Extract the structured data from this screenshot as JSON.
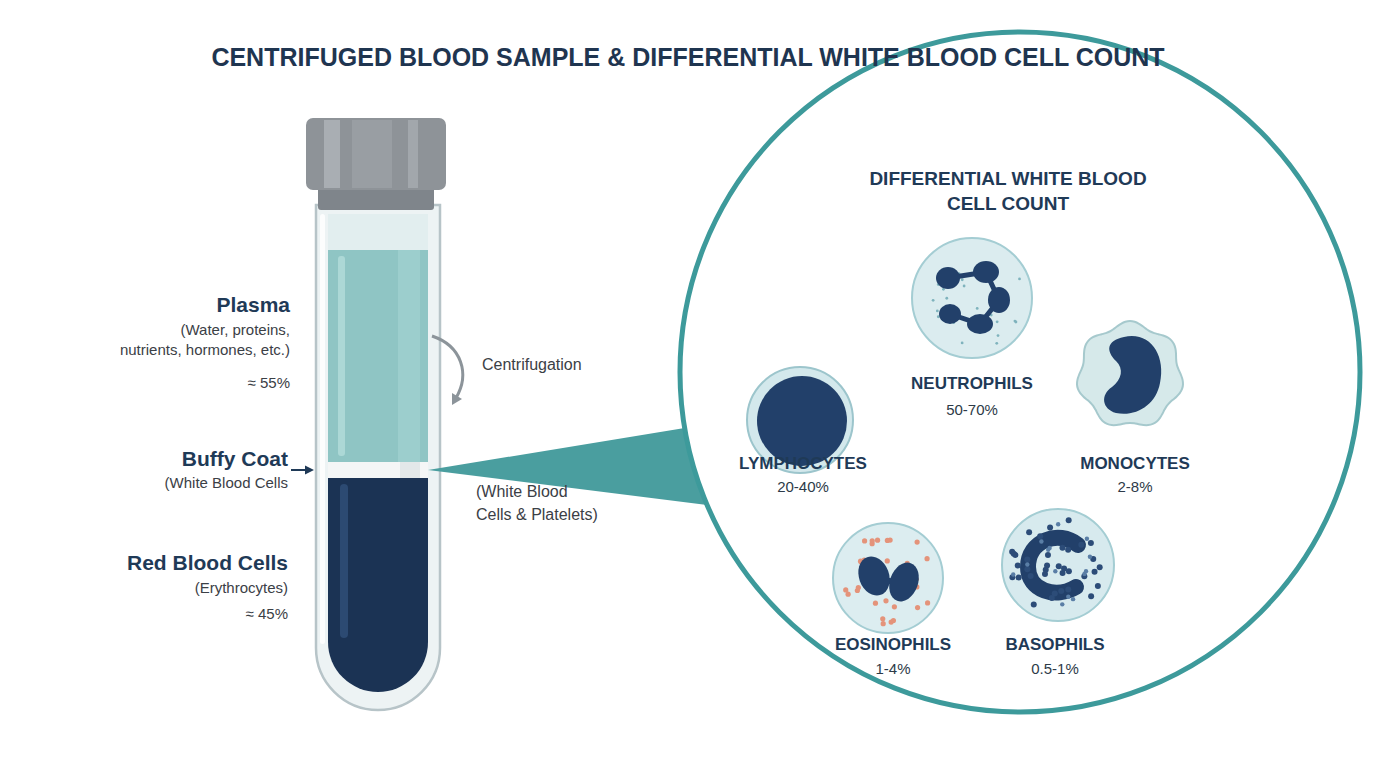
{
  "diagram": {
    "title": "CENTRIFUGED BLOOD SAMPLE & DIFFERENTIAL WHITE BLOOD CELL COUNT",
    "nodes": [
      {
        "text": [
          "Plasma",
          "(Water, proteins, nutrients, hormones, etc.)",
          "≈ 55%"
        ]
      },
      {
        "text": [
          "Buffy Coat",
          "(White Blood Cells"
        ]
      },
      {
        "text": [
          "Red Blood Cells",
          "(Erythrocytes)",
          "≈ 45%"
        ]
      },
      {
        "text": [
          "DIFFERENTIAL WHITE BLOOD CELL COUNT"
        ]
      },
      {
        "text": [
          "NEUTROPHILS",
          "50-70%"
        ],
        "in": 3
      },
      {
        "text": [
          "LYMPHOCYTES",
          "20-40%"
        ],
        "in": 3
      },
      {
        "text": [
          "MONOCYTES",
          "2-8%"
        ],
        "in": 3
      },
      {
        "text": [
          "EOSINOPHILS",
          "1-4%"
        ],
        "in": 3
      },
      {
        "text": [
          "BASOPHILS",
          "0.5-1%"
        ],
        "in": 3
      }
    ],
    "edges": [
      {
        "from": 1,
        "to": 3,
        "arrow": "none"
      }
    ],
    "labels": [
      "Centrifugation",
      "(White Blood Cells & Platelets)"
    ]
  }
}
